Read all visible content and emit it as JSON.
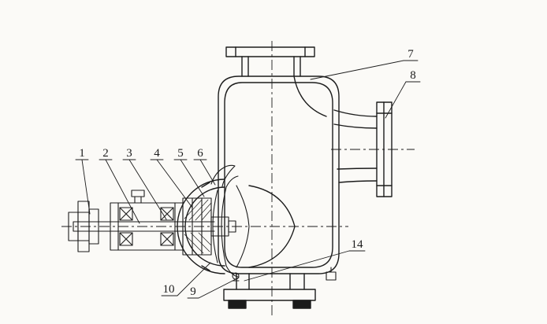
{
  "figure": {
    "paper_color": "#fbfaf7",
    "line_color": "#1c1c1c",
    "callouts": [
      {
        "text": "1"
      },
      {
        "text": "2"
      },
      {
        "text": "3"
      },
      {
        "text": "4"
      },
      {
        "text": "5"
      },
      {
        "text": "6"
      },
      {
        "text": "7"
      },
      {
        "text": "8"
      },
      {
        "text": "10"
      },
      {
        "text": "9"
      },
      {
        "text": "14"
      }
    ]
  }
}
